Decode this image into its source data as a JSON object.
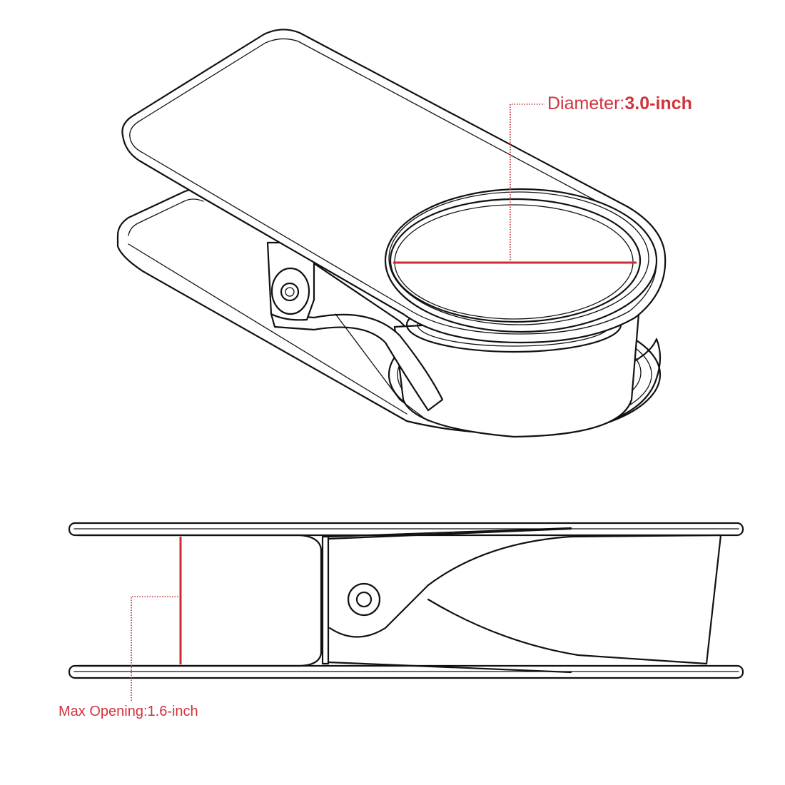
{
  "figure": {
    "type": "technical line drawing",
    "subject": "clip-on cup holder",
    "views": [
      "isometric view",
      "side view"
    ],
    "accent_color": "#d1323d",
    "line_color": "#111111"
  },
  "annotations": {
    "diameter": {
      "label": "Diameter:",
      "value": "3.0-inch"
    },
    "max_opening": {
      "label": "Max Opening:",
      "value": "1.6-inch"
    }
  }
}
